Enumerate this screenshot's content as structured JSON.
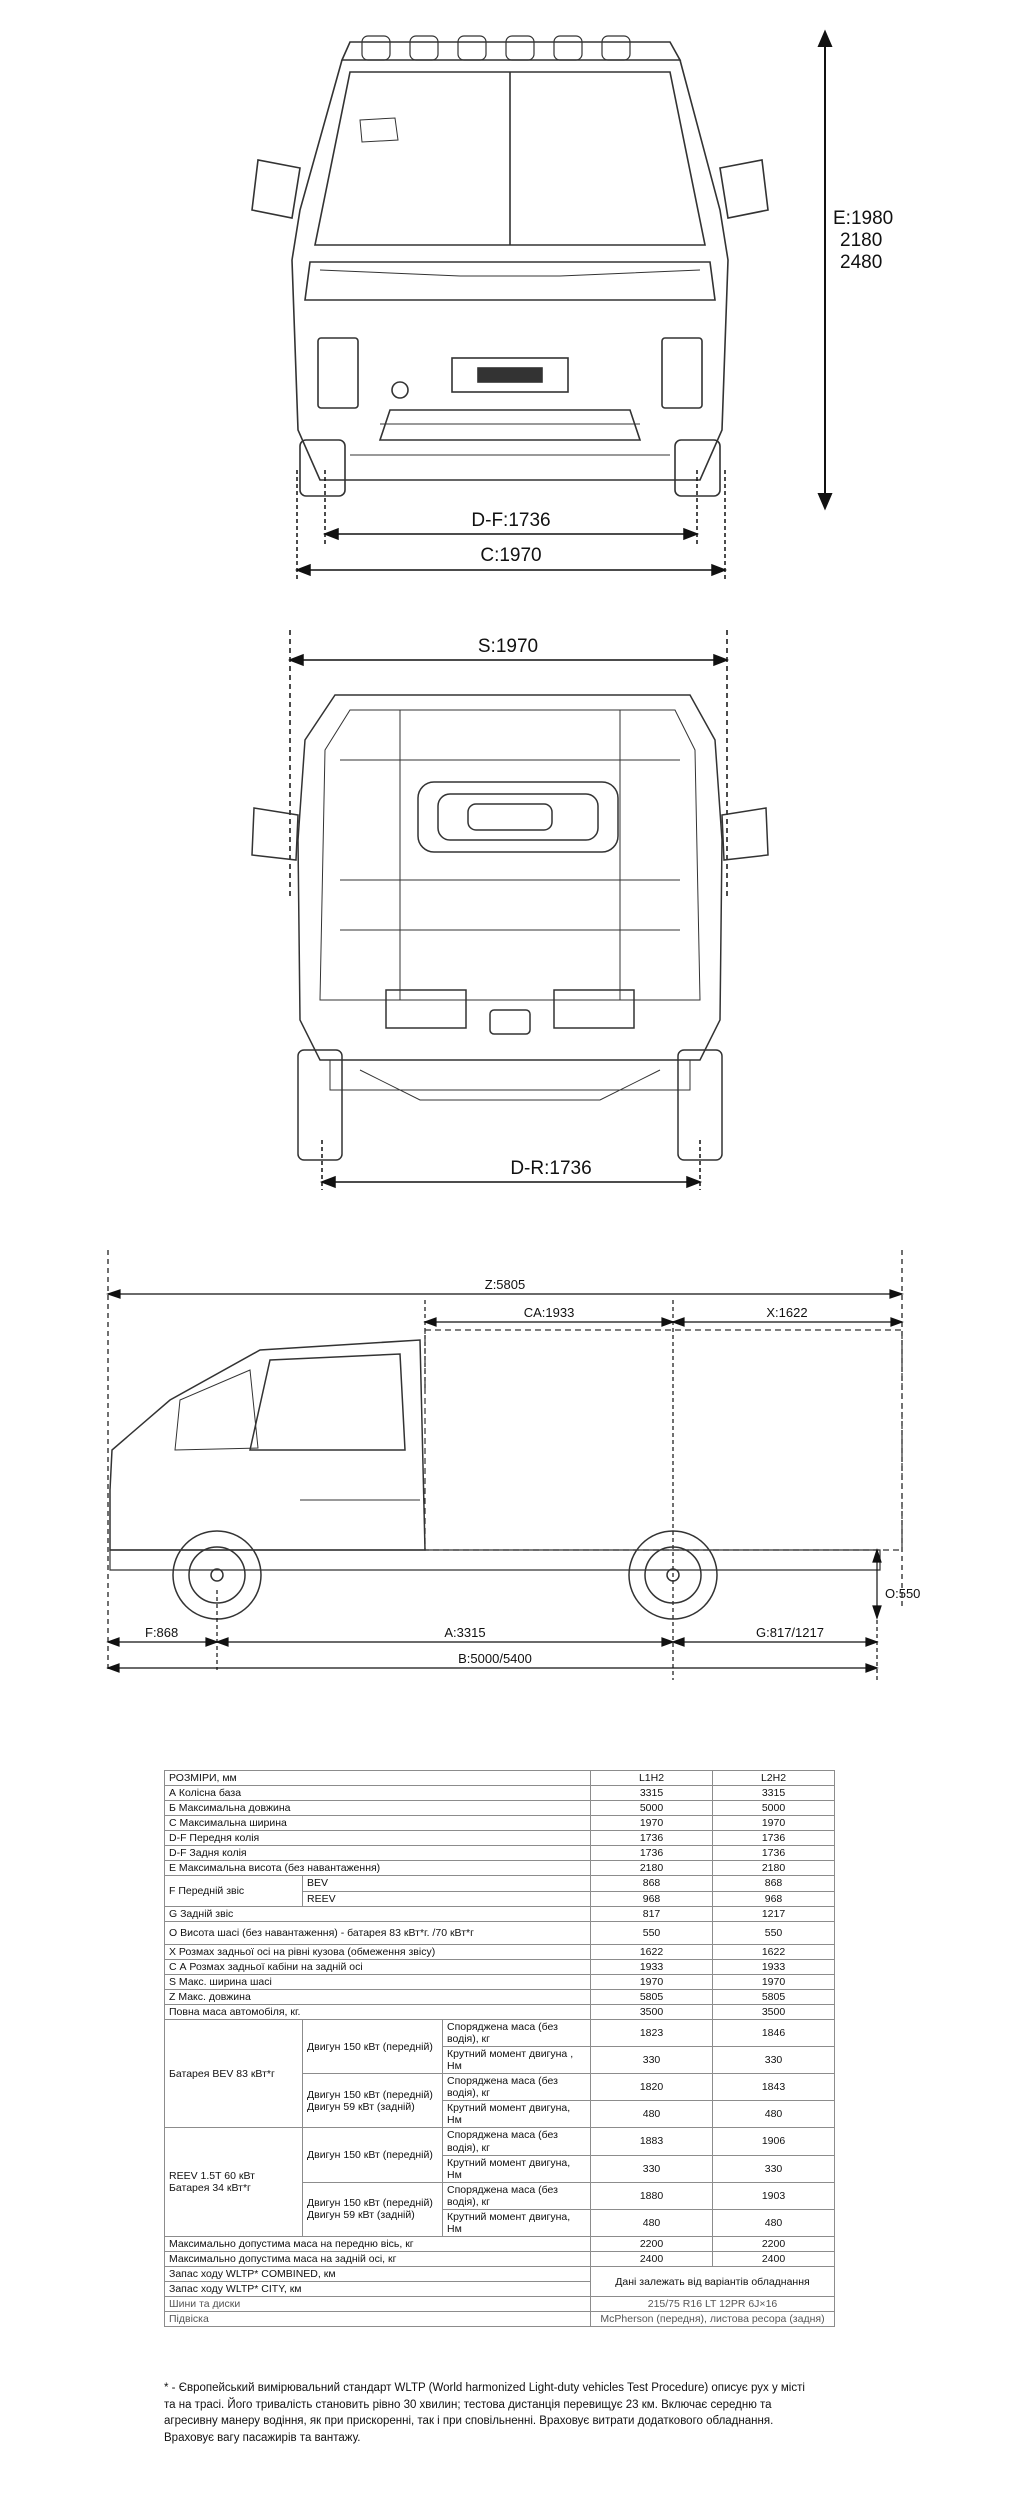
{
  "front_view": {
    "height_label": [
      "E:1980",
      "2180",
      "2480"
    ],
    "track_label": "D-F:1736",
    "width_label": "C:1970"
  },
  "top_view": {
    "width_label": "S:1970",
    "track_label": "D-R:1736"
  },
  "side_view": {
    "total_length": "Z:5805",
    "cargo_length": "CA:1933",
    "rear_x": "X:1622",
    "front_overhang": "F:868",
    "wheelbase": "A:3315",
    "rear_overhang": "G:817/1217",
    "body_length": "B:5000/5400",
    "floor_height": "O:550"
  },
  "table": {
    "header": [
      "РОЗМІРИ, мм",
      "L1H2",
      "L2H2"
    ],
    "simple_rows_a": [
      [
        "А Колісна база",
        "3315",
        "3315"
      ],
      [
        "Б Максимальна довжина",
        "5000",
        "5000"
      ],
      [
        "С Максимальна ширина",
        "1970",
        "1970"
      ],
      [
        "D-F Передня колія",
        "1736",
        "1736"
      ],
      [
        "D-F Задня колія",
        "1736",
        "1736"
      ],
      [
        "E Максимальна висота (без навантаження)",
        "2180",
        "2180"
      ]
    ],
    "front_overhang": {
      "label": "F Передній звіс",
      "bev": [
        "BEV",
        "868",
        "868"
      ],
      "reev": [
        "REEV",
        "968",
        "968"
      ]
    },
    "simple_rows_b": [
      [
        "G Задній звіс",
        "817",
        "1217"
      ],
      [
        "О Висота шасі (без навантаження) - батарея 83 кВт*г. /70 кВт*г",
        "550",
        "550"
      ],
      [
        "X Розмах задньої осі на рівні кузова (обмеження звісу)",
        "1622",
        "1622"
      ],
      [
        "С А Розмах задньої кабіни на задній осі",
        "1933",
        "1933"
      ],
      [
        "S Макс. ширина шасі",
        "1970",
        "1970"
      ],
      [
        "Z Макс. довжина",
        "5805",
        "5805"
      ],
      [
        "Повна маса автомобіля, кг.",
        "3500",
        "3500"
      ]
    ],
    "bev": {
      "label": "Батарея BEV 83 кВт*г",
      "g1_engine": "Двигун 150 кВт (передній)",
      "g2_engine": "Двигун 150 кВт (передній) Двигун 59 кВт (задній)",
      "g1_mass": [
        "Споряджена маса (без водія), кг",
        "1823",
        "1846"
      ],
      "g1_torque": [
        "Крутний момент двигуна , Нм",
        "330",
        "330"
      ],
      "g2_mass": [
        "Споряджена маса (без водія), кг",
        "1820",
        "1843"
      ],
      "g2_torque": [
        "Крутний момент двигуна, Нм",
        "480",
        "480"
      ]
    },
    "reev": {
      "label": "REEV 1.5T 60 кВт Батарея 34 кВт*г",
      "g1_engine": "Двигун 150 кВт (передній)",
      "g2_engine": "Двигун 150 кВт (передній) Двигун 59 кВт (задній)",
      "g1_mass": [
        "Споряджена маса (без водія), кг",
        "1883",
        "1906"
      ],
      "g1_torque": [
        "Крутний момент двигуна, Нм",
        "330",
        "330"
      ],
      "g2_mass": [
        "Споряджена маса (без водія), кг",
        "1880",
        "1903"
      ],
      "g2_torque": [
        "Крутний момент двигуна, Нм",
        "480",
        "480"
      ]
    },
    "axle_rows": [
      [
        "Максимально допустима маса на передню вісь, кг",
        "2200",
        "2200"
      ],
      [
        "Максимально допустима маса на задній осі, кг",
        "2400",
        "2400"
      ]
    ],
    "range_combined": "Запас ходу WLTP* COMBINED, км",
    "range_city": "Запас ходу WLTP* CITY, км",
    "range_value": "Дані залежать від варіантів обладнання",
    "tires": [
      "Шини та диски",
      "215/75 R16 LT 12PR  6J×16"
    ],
    "suspension": [
      "Підвіска",
      "McPherson (передня), листова ресора (задня)"
    ]
  },
  "footnote": "* - Європейський вимірювальний стандарт WLTP (World harmonized Light-duty vehicles Test Procedure) описує рух у місті та на трасі. Його тривалість становить рівно 30 хвилин; тестова дистанція перевищує 23 км. Включає середню та агресивну манеру водіння, як при прискоренні, так і при сповільненні. Враховує витрати додаткового обладнання. Враховує вагу пасажирів та вантажу."
}
